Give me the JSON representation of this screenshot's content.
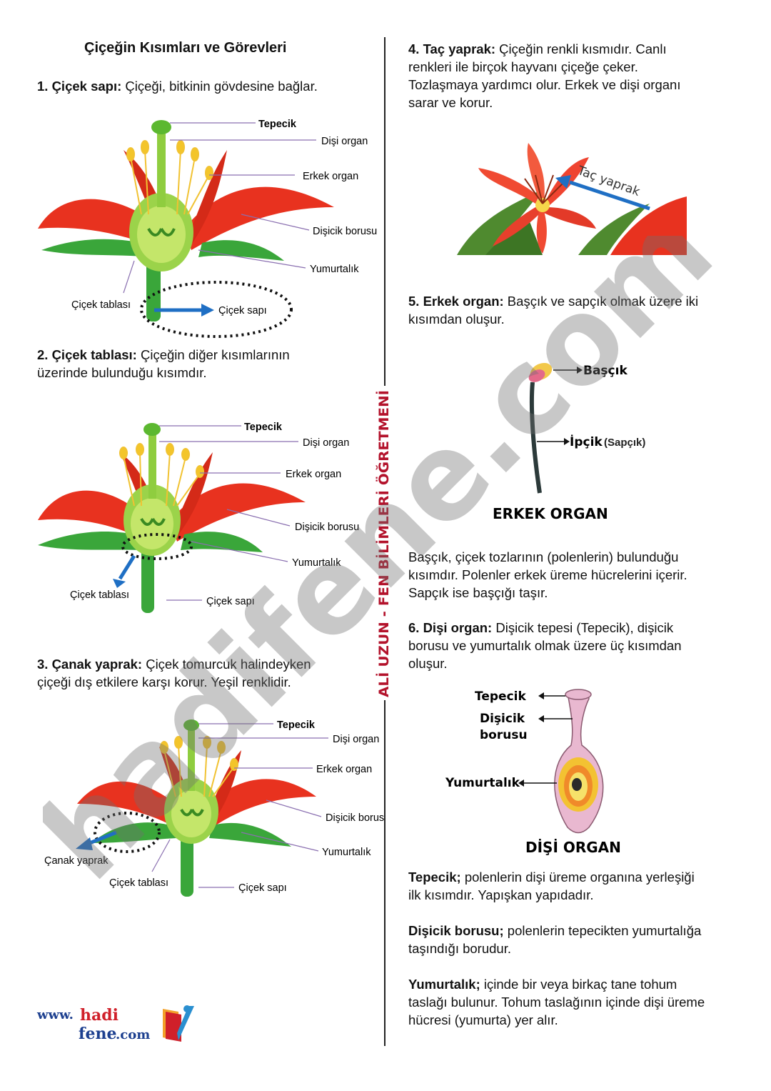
{
  "title": "Çiçeğin Kısımları ve Görevleri",
  "sections": {
    "s1": {
      "head": "1. Çiçek sapı:",
      "text": " Çiçeği, bitkinin gövdesine bağlar."
    },
    "s2": {
      "head": "2. Çiçek tablası:",
      "text1": " Çiçeğin diğer kısımlarının",
      "text2": "üzerinde bulunduğu kısımdır."
    },
    "s3": {
      "head": "3. Çanak yaprak:",
      "text1": " Çiçek tomurcuk halindeyken",
      "text2": "çiçeği dış etkilere karşı korur. Yeşil renklidir."
    },
    "s4": {
      "head": "4. Taç yaprak:",
      "text1": " Çiçeğin renkli kısmıdır. Canlı",
      "text2": "renkleri ile birçok hayvanı çiçeğe çeker.",
      "text3": "Tozlaşmaya yardımcı olur. Erkek ve dişi organı",
      "text4": "sarar ve korur."
    },
    "s5": {
      "head": "5. Erkek organ:",
      "text1": " Başçık ve sapçık  olmak üzere iki",
      "text2": "kısımdan oluşur."
    },
    "s5b": {
      "line1": "Başçık, çiçek tozlarının (polenlerin) bulunduğu",
      "line2": "kısımdır. Polenler erkek üreme hücrelerini  içerir.",
      "line3": "Sapçık ise başçığı taşır."
    },
    "s6": {
      "head": "6. Dişi organ:",
      "text1": " Dişicik tepesi (Tepecik), dişicik",
      "text2": "borusu ve yumurtalık olmak üzere üç kısımdan",
      "text3": "oluşur."
    },
    "tepecik": {
      "head": "Tepecik;",
      "text1": " polenlerin dişi üreme organına yerleşiği",
      "text2": "ilk kısımdır. Yapışkan yapıdadır."
    },
    "borusu": {
      "head": "Dişicik borusu;",
      "text1": " polenlerin tepecikten yumurtalığa",
      "text2": "taşındığı borudur."
    },
    "yumurtalik": {
      "head": "Yumurtalık;",
      "text1": " içinde bir veya birkaç tane tohum",
      "text2": "taslağı bulunur. Tohum taslağının içinde dişi üreme",
      "text3": "hücresi (yumurta) yer alır."
    }
  },
  "labels": {
    "tepecik": "Tepecik",
    "disi_organ": "Dişi organ",
    "erkek_organ": "Erkek organ",
    "disicik_borusu": "Dişicik borusu",
    "yumurtalik": "Yumurtalık",
    "cicek_tablasi": "Çiçek tablası",
    "cicek_sapi": "Çiçek sapı",
    "canak_yaprak": "Çanak yaprak",
    "tac_yaprak": "Taç yaprak",
    "bascik": "Başçık",
    "ipcik": "İpçik",
    "sapcik": "(Sapçık)",
    "erkek_organ_title": "ERKEK ORGAN",
    "disi_tepecik": "Tepecik",
    "disi_disicik": "Dişicik",
    "disi_borusu": "borusu",
    "disi_yumurtalik": "Yumurtalık",
    "disi_organ_title": "DİŞİ ORGAN"
  },
  "sidebar_text": "ALİ UZUN - FEN BİLİMLERİ ÖĞRETMENİ",
  "watermark": "hadifene.com",
  "logo": {
    "www": "www.",
    "hadi": "hadi",
    "fene": "fene",
    "com": ".com"
  },
  "colors": {
    "petal": "#e8321f",
    "sepal": "#3aa63a",
    "arrow": "#1f6fc4",
    "label_red": "#b3122b"
  }
}
